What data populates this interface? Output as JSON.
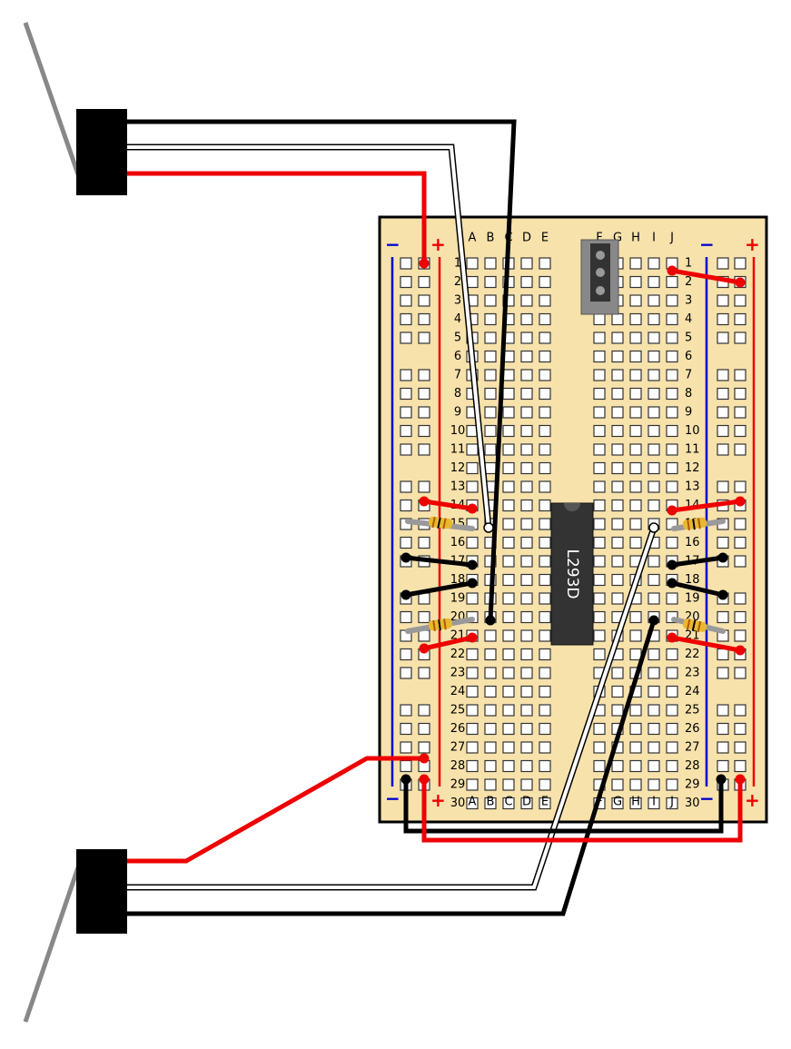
{
  "chip": {
    "label": "L293D"
  },
  "columns_left": [
    "A",
    "B",
    "C",
    "D",
    "E"
  ],
  "columns_right": [
    "F",
    "G",
    "H",
    "I",
    "J"
  ],
  "rows": [
    "1",
    "2",
    "3",
    "4",
    "5",
    "6",
    "7",
    "8",
    "9",
    "10",
    "11",
    "12",
    "13",
    "14",
    "15",
    "16",
    "17",
    "18",
    "19",
    "20",
    "21",
    "22",
    "23",
    "24",
    "25",
    "26",
    "27",
    "28",
    "29",
    "30"
  ],
  "rail": {
    "minus": "−",
    "plus": "+"
  },
  "colors": {
    "board": "#f7e2ac",
    "hole": "#ffffff",
    "hole_border": "#333333",
    "power": "#ee0000",
    "ground": "#000000",
    "signal": "#ffffff",
    "rail_plus_line": "#ee0000",
    "rail_minus_line": "#0000cc",
    "chip_body": "#333333",
    "regulator": "#888888",
    "servo_body": "#000000",
    "servo_arm": "#888888",
    "resistor_body": "#e8b830",
    "resistor_lead": "#999999"
  }
}
